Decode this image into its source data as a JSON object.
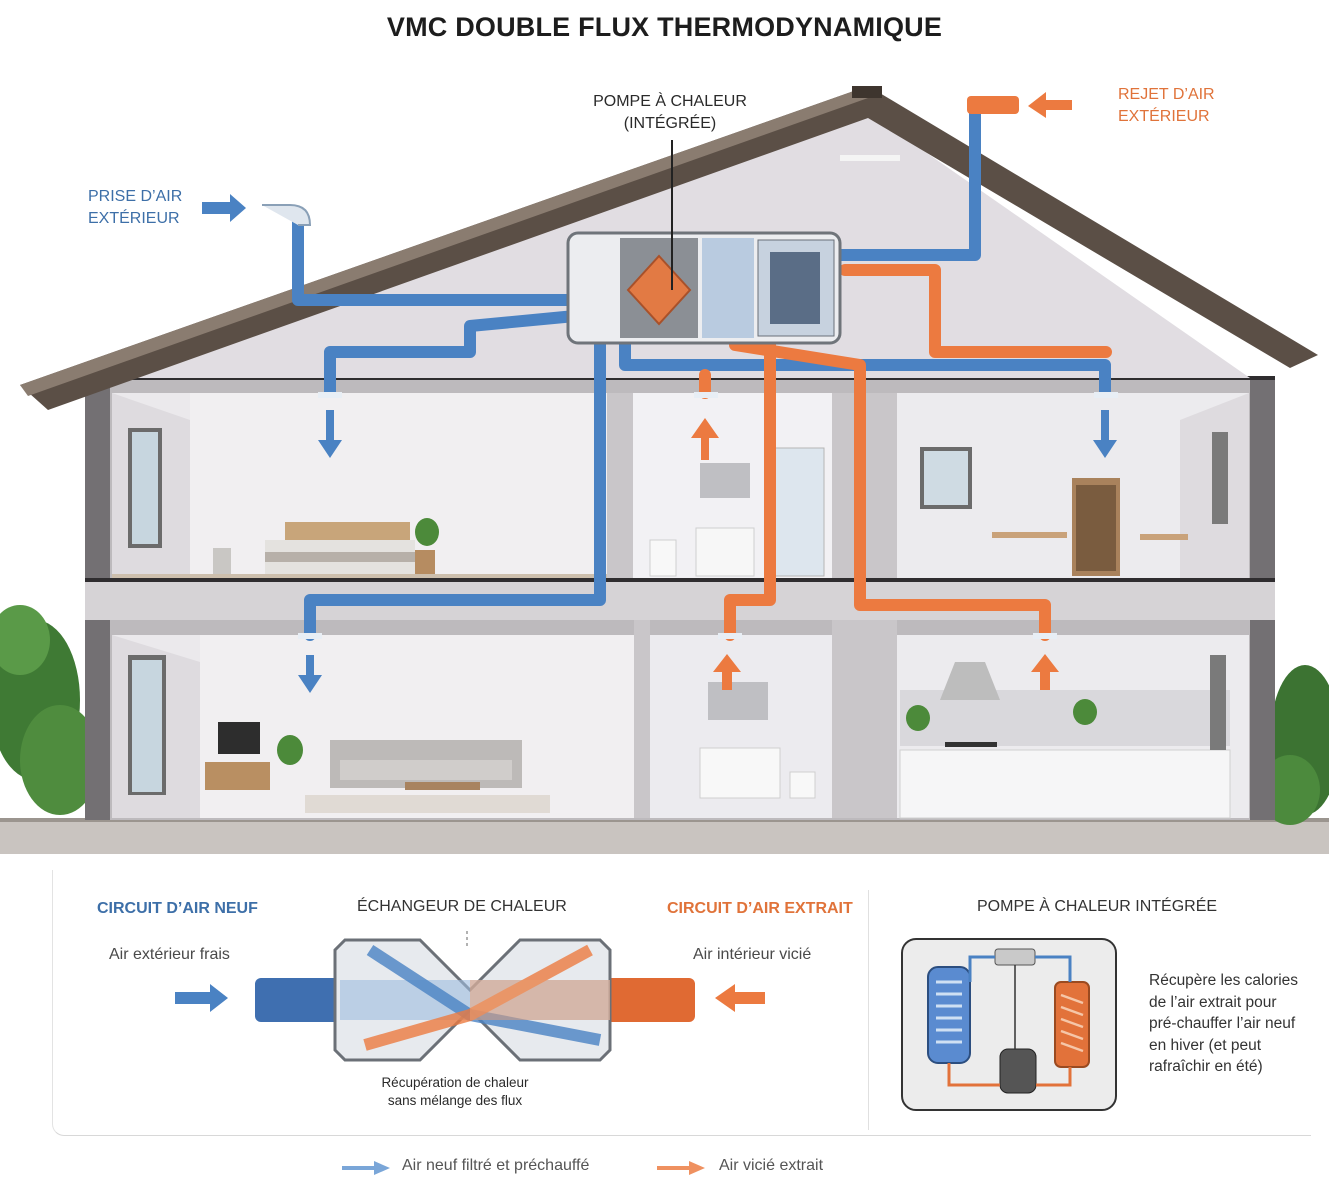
{
  "title": "VMC DOUBLE FLUX THERMODYNAMIQUE",
  "labels": {
    "intake": [
      "PRISE D’AIR",
      "EXTÉRIEUR"
    ],
    "heat_pump": [
      "POMPE À CHALEUR",
      "(INTÉGRÉE)"
    ],
    "exhaust": [
      "REJET D’AIR",
      "EXTÉRIEUR"
    ]
  },
  "panel": {
    "fresh": {
      "title": "CIRCUIT D’AIR NEUF",
      "subtitle": "Air extérieur frais"
    },
    "exchanger": {
      "title": "ÉCHANGEUR DE CHALEUR",
      "caption_line1": "Récupération de chaleur",
      "caption_line2": "sans mélange des flux"
    },
    "stale": {
      "title": "CIRCUIT D’AIR EXTRAIT",
      "subtitle": "Air intérieur vicié"
    },
    "heat_pump": {
      "title": "POMPE À CHALEUR INTÉGRÉE",
      "description": [
        "Récupère les calories",
        "de l’air extrait pour",
        "pré-chauffer l’air neuf",
        "en hiver (et peut",
        "rafraîchir en été)"
      ]
    }
  },
  "legend": [
    {
      "label": "Air neuf filtré et préchauffé",
      "color": "#4a82c3"
    },
    {
      "label": "Air vicié extrait",
      "color": "#ec7a40"
    }
  ],
  "colors": {
    "fresh": "#4a82c3",
    "stale": "#ec7a40",
    "roof": "#5b4f46",
    "wall": "#e9e7ea"
  }
}
